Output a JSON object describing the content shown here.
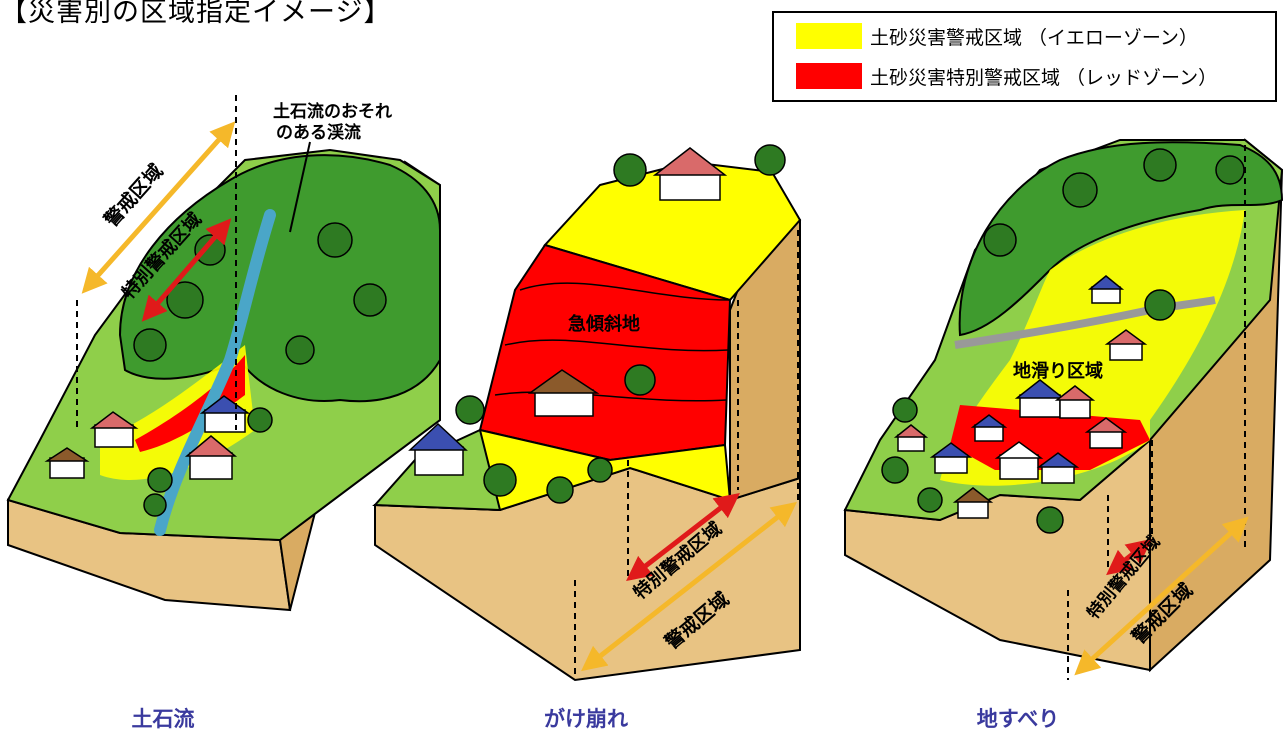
{
  "title": "【災害別の区域指定イメージ】",
  "legend": {
    "yellow": {
      "label": "土砂災害警戒区域 （イエローゾーン）",
      "color": "#ffff00"
    },
    "red": {
      "label": "土砂災害特別警戒区域 （レッドゾーン）",
      "color": "#ff0000"
    }
  },
  "panels": {
    "debris_flow": {
      "caption": "土石流",
      "note_line1": "土石流のおそれ",
      "note_line2": "のある渓流",
      "warning_label": "警戒区域",
      "special_label": "特別警戒区域"
    },
    "slope_failure": {
      "caption": "がけ崩れ",
      "steep_label": "急傾斜地",
      "warning_label": "警戒区域",
      "special_label": "特別警戒区域"
    },
    "landslide": {
      "caption": "地すべり",
      "area_label": "地滑り区域",
      "warning_label": "警戒区域",
      "special_label": "特別警戒区域"
    }
  },
  "colors": {
    "soil": "#e8c383",
    "soil_side": "#d9ab62",
    "grass": "#8fcf4a",
    "tree": "#3f9b2e",
    "tree_dark": "#2e7a22",
    "water": "#4aa6c8",
    "arrow_yellow": "#f5b82a",
    "arrow_red": "#e01a1a",
    "roof_red": "#d96a6a",
    "roof_blue": "#3b4fb0",
    "roof_brown": "#8b5a2b"
  }
}
